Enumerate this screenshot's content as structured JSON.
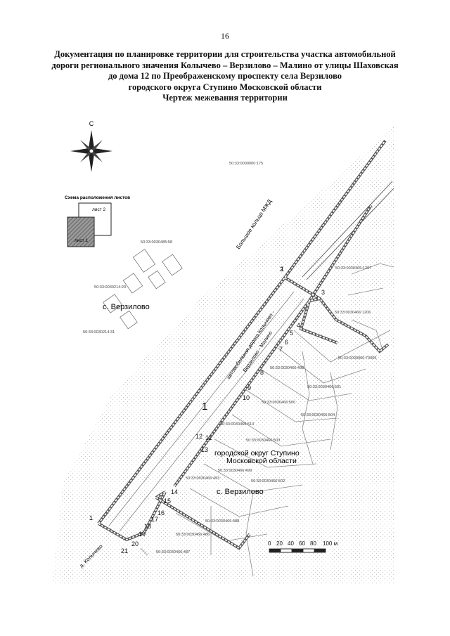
{
  "page_number": "16",
  "title_lines": [
    "Документация по планировке территории для строительства участка автомобильной",
    "дороги регионального значения Колычево – Верзилово – Малино от улицы Шаховская",
    "до дома 12 по Преображенскому проспекту села Верзилово",
    "городского округа Ступино Московской области",
    "Чертеж межевания территории"
  ],
  "compass": {
    "north_label": "С"
  },
  "sheet_scheme": {
    "title": "Схема расположения листов",
    "sheet2_label": "лист 2",
    "sheet1_label": "лист 1"
  },
  "map_labels": {
    "village_left": "с. Верзилово",
    "village_bottom": "с. Верзилово",
    "district_line1": "городской округ Ступино",
    "district_line2": "Московской области",
    "ring_road": "Большое кольцо МЖД",
    "road_line1": "автомобильная дорога Колычево -",
    "road_line2": "Верзилово - Малино",
    "road_short": "д. Колычево",
    "zone_number": "1"
  },
  "parcels": [
    "50:33:0000000:175",
    "50:33:0030485:58",
    "50:33:0030214:29",
    "50:33:0030214:31",
    "50:33:0030466:1207",
    "50:33:0030466:1206",
    "50:33:0000000:73005",
    "50:33:0030466:498",
    "50:33:0030466:501",
    "50:33:0030466:500",
    "50:33:0030466:504",
    "50:33:0030466:513",
    "50:33:0030466:503",
    "50:33:0030466:499",
    "50:33:0030466:493",
    "50:33:0030466:502",
    "50:33:0030466:488",
    "50:33:0030466:486",
    "50:33:0030466:487"
  ],
  "points": [
    "1",
    "2",
    "3",
    "4",
    "5",
    "6",
    "7",
    "8",
    "9",
    "10",
    "11",
    "12",
    "13",
    "14",
    "15",
    "16",
    "17",
    "18",
    "19",
    "20",
    "21"
  ],
  "scale_bar": {
    "ticks": [
      "0",
      "20",
      "40",
      "60",
      "80",
      "100 м"
    ]
  }
}
